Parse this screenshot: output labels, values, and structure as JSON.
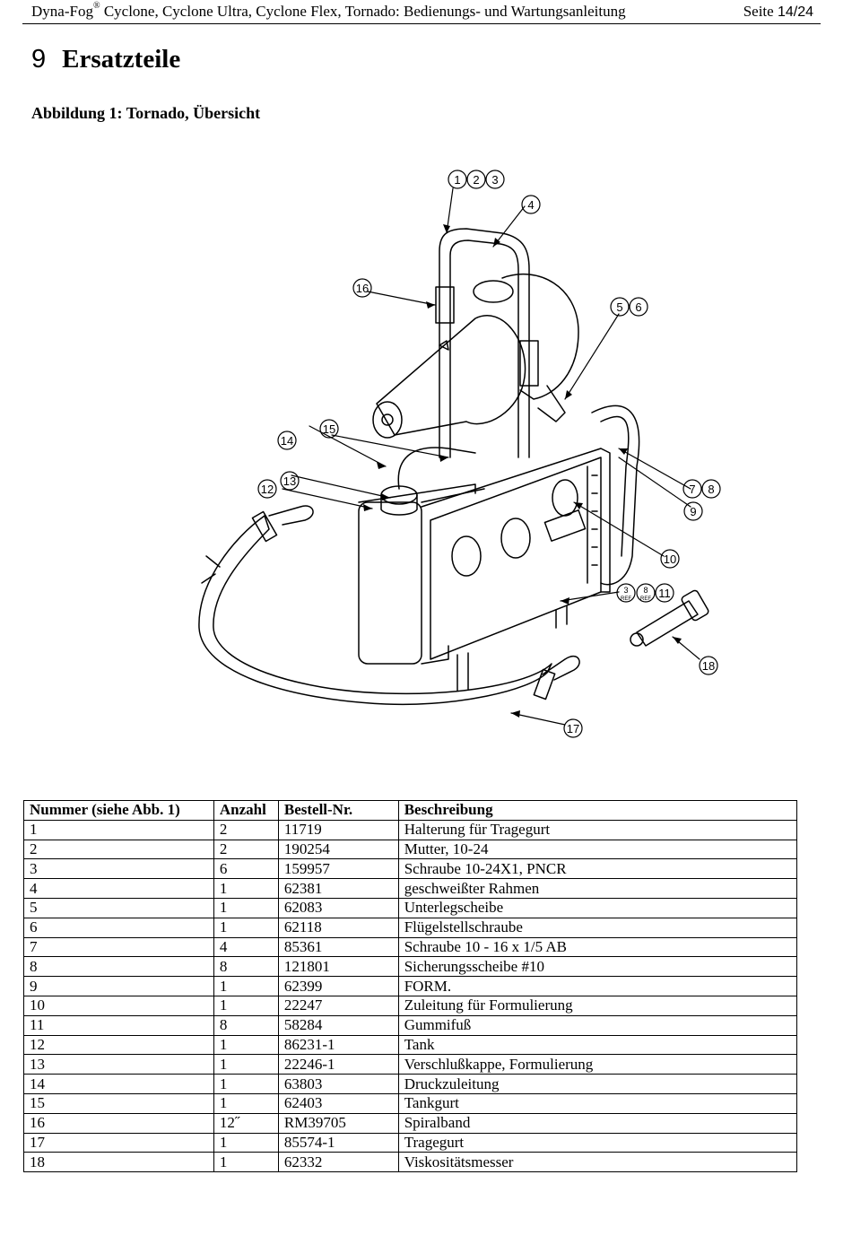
{
  "header": {
    "title_a": "Dyna-Fog",
    "title_reg": "®",
    "title_b": " Cyclone, Cyclone Ultra, Cyclone Flex, Tornado: Bedienungs- und Wartungsanleitung",
    "page_prefix": "Seite ",
    "page_num": "14/24"
  },
  "section": {
    "number": "9",
    "title": "Ersatzteile"
  },
  "figure": {
    "caption": "Abbildung 1: Tornado, Übersicht",
    "callouts": [
      "1",
      "2",
      "3",
      "4",
      "5",
      "6",
      "7",
      "8",
      "9",
      "10",
      "11",
      "12",
      "13",
      "14",
      "15",
      "16",
      "17",
      "18"
    ],
    "ref_callouts": [
      "3",
      "8"
    ],
    "ref_text": "REF"
  },
  "table": {
    "headers": [
      "Nummer (siehe Abb. 1)",
      "Anzahl",
      "Bestell-Nr.",
      "Beschreibung"
    ],
    "rows": [
      [
        "1",
        "2",
        "11719",
        "Halterung für Tragegurt"
      ],
      [
        "2",
        "2",
        "190254",
        "Mutter, 10-24"
      ],
      [
        "3",
        "6",
        "159957",
        "Schraube 10-24X1, PNCR"
      ],
      [
        "4",
        "1",
        "62381",
        "geschweißter Rahmen"
      ],
      [
        "5",
        "1",
        "62083",
        "Unterlegscheibe"
      ],
      [
        "6",
        "1",
        "62118",
        "Flügelstellschraube"
      ],
      [
        "7",
        "4",
        "85361",
        "Schraube 10 - 16 x 1/5 AB"
      ],
      [
        "8",
        "8",
        "121801",
        "Sicherungsscheibe #10"
      ],
      [
        "9",
        "1",
        "62399",
        "FORM."
      ],
      [
        "10",
        "1",
        "22247",
        "Zuleitung für Formulierung"
      ],
      [
        "11",
        "8",
        "58284",
        "Gummifuß"
      ],
      [
        "12",
        "1",
        "86231-1",
        "Tank"
      ],
      [
        "13",
        "1",
        "22246-1",
        "Verschlußkappe, Formulierung"
      ],
      [
        "14",
        "1",
        "63803",
        "Druckzuleitung"
      ],
      [
        "15",
        "1",
        "62403",
        "Tankgurt"
      ],
      [
        "16",
        "12˝",
        "RM39705",
        "Spiralband"
      ],
      [
        "17",
        "1",
        "85574-1",
        "Tragegurt"
      ],
      [
        "18",
        "1",
        "62332",
        "Viskositätsmesser"
      ]
    ]
  }
}
